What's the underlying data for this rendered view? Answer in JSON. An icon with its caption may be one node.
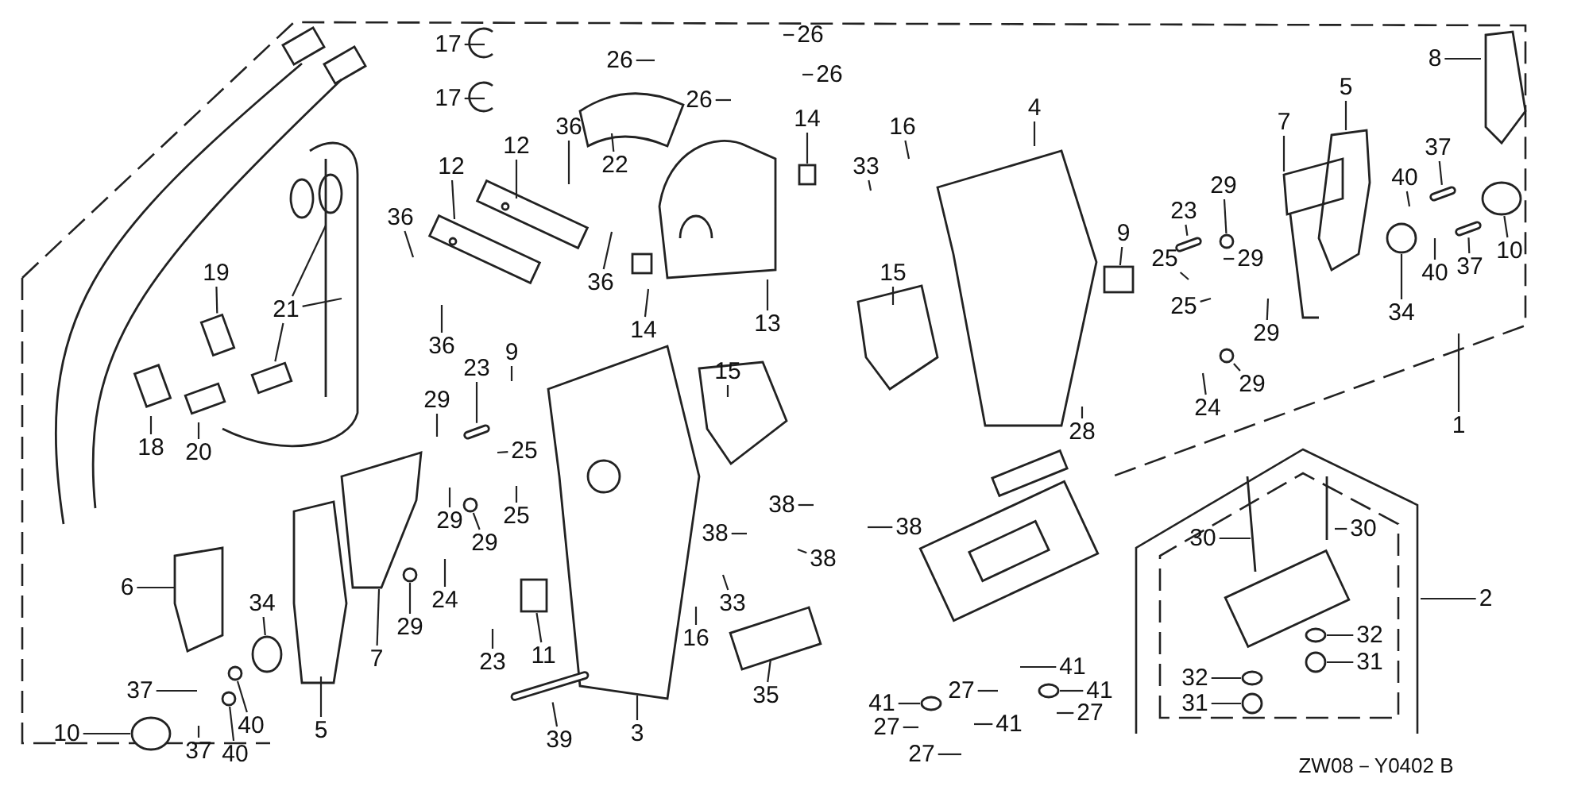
{
  "diagram": {
    "nodes": [
      {
        "text": [
          "17"
        ]
      },
      {
        "text": [
          "17"
        ]
      },
      {
        "text": [
          "26"
        ]
      },
      {
        "text": [
          "26"
        ]
      },
      {
        "text": [
          "26"
        ]
      },
      {
        "text": [
          "26"
        ]
      },
      {
        "text": [
          "22"
        ]
      },
      {
        "text": [
          "12"
        ]
      },
      {
        "text": [
          "12"
        ]
      },
      {
        "text": [
          "36"
        ]
      },
      {
        "text": [
          "36"
        ]
      },
      {
        "text": [
          "36"
        ]
      },
      {
        "text": [
          "36"
        ]
      },
      {
        "text": [
          "14"
        ]
      },
      {
        "text": [
          "14"
        ]
      },
      {
        "text": [
          "13"
        ]
      },
      {
        "text": [
          "16"
        ]
      },
      {
        "text": [
          "33"
        ]
      },
      {
        "text": [
          "4"
        ]
      },
      {
        "text": [
          "15"
        ]
      },
      {
        "text": [
          "15"
        ]
      },
      {
        "text": [
          "9"
        ]
      },
      {
        "text": [
          "23"
        ]
      },
      {
        "text": [
          "29"
        ]
      },
      {
        "text": [
          "29"
        ]
      },
      {
        "text": [
          "25"
        ]
      },
      {
        "text": [
          "25"
        ]
      },
      {
        "text": [
          "29"
        ]
      },
      {
        "text": [
          "29"
        ]
      },
      {
        "text": [
          "24"
        ]
      },
      {
        "text": [
          "7"
        ]
      },
      {
        "text": [
          "5"
        ]
      },
      {
        "text": [
          "8"
        ]
      },
      {
        "text": [
          "37"
        ]
      },
      {
        "text": [
          "40"
        ]
      },
      {
        "text": [
          "40"
        ]
      },
      {
        "text": [
          "37"
        ]
      },
      {
        "text": [
          "10"
        ]
      },
      {
        "text": [
          "34"
        ]
      },
      {
        "text": [
          "1"
        ]
      },
      {
        "text": [
          "28"
        ]
      },
      {
        "text": [
          "19"
        ]
      },
      {
        "text": [
          "21"
        ]
      },
      {
        "text": [
          "18"
        ]
      },
      {
        "text": [
          "20"
        ]
      },
      {
        "text": [
          "9"
        ]
      },
      {
        "text": [
          "23"
        ]
      },
      {
        "text": [
          "29"
        ]
      },
      {
        "text": [
          "25"
        ]
      },
      {
        "text": [
          "29"
        ]
      },
      {
        "text": [
          "25"
        ]
      },
      {
        "text": [
          "29"
        ]
      },
      {
        "text": [
          "6"
        ]
      },
      {
        "text": [
          "34"
        ]
      },
      {
        "text": [
          "29"
        ]
      },
      {
        "text": [
          "24"
        ]
      },
      {
        "text": [
          "7"
        ]
      },
      {
        "text": [
          "23"
        ]
      },
      {
        "text": [
          "11"
        ]
      },
      {
        "text": [
          "37"
        ]
      },
      {
        "text": [
          "40"
        ]
      },
      {
        "text": [
          "5"
        ]
      },
      {
        "text": [
          "10"
        ]
      },
      {
        "text": [
          "37"
        ]
      },
      {
        "text": [
          "40"
        ]
      },
      {
        "text": [
          "39"
        ]
      },
      {
        "text": [
          "3"
        ]
      },
      {
        "text": [
          "38"
        ]
      },
      {
        "text": [
          "38"
        ]
      },
      {
        "text": [
          "38"
        ]
      },
      {
        "text": [
          "38"
        ]
      },
      {
        "text": [
          "33"
        ]
      },
      {
        "text": [
          "16"
        ]
      },
      {
        "text": [
          "35"
        ]
      },
      {
        "text": [
          "41"
        ]
      },
      {
        "text": [
          "27"
        ]
      },
      {
        "text": [
          "41"
        ]
      },
      {
        "text": [
          "41"
        ]
      },
      {
        "text": [
          "27"
        ]
      },
      {
        "text": [
          "41"
        ]
      },
      {
        "text": [
          "27"
        ]
      },
      {
        "text": [
          "27"
        ]
      },
      {
        "text": [
          "30"
        ]
      },
      {
        "text": [
          "30"
        ]
      },
      {
        "text": [
          "2"
        ]
      },
      {
        "text": [
          "32"
        ]
      },
      {
        "text": [
          "31"
        ]
      },
      {
        "text": [
          "32"
        ]
      },
      {
        "text": [
          "31"
        ]
      },
      {
        "text": [],
        "shape": "box"
      },
      {
        "text": [],
        "shape": "box"
      },
      {
        "text": [],
        "shape": "bar"
      },
      {
        "text": [],
        "shape": "circle"
      },
      {
        "text": [],
        "shape": "circle"
      },
      {
        "text": [],
        "shape": "circle"
      },
      {
        "text": [],
        "shape": "circle"
      },
      {
        "text": [],
        "shape": "box"
      },
      {
        "text": [],
        "shape": "box"
      },
      {
        "text": [],
        "shape": "bar"
      },
      {
        "text": [],
        "shape": "circle"
      },
      {
        "text": [],
        "shape": "circle"
      },
      {
        "text": [],
        "shape": "circle"
      },
      {
        "text": [],
        "shape": "picture"
      },
      {
        "text": [],
        "shape": "box"
      },
      {
        "text": [],
        "shape": "circle"
      },
      {
        "text": [],
        "shape": "circle"
      },
      {
        "text": [],
        "shape": "circle"
      },
      {
        "text": [],
        "shape": "circle"
      },
      {
        "text": [],
        "shape": "bar"
      },
      {
        "text": [],
        "shape": "circle"
      },
      {
        "text": [],
        "shape": "circle"
      },
      {
        "text": [],
        "shape": "circle"
      },
      {
        "text": [],
        "shape": "bar"
      },
      {
        "text": [],
        "shape": "circle"
      },
      {
        "text": [],
        "shape": "circle"
      },
      {
        "text": [],
        "shape": "bar"
      }
    ],
    "edges": [
      {
        "from": 0,
        "to": null,
        "arrow": "none"
      },
      {
        "from": 1,
        "to": null,
        "arrow": "none"
      },
      {
        "from": 2,
        "to": null,
        "arrow": "none"
      },
      {
        "from": 3,
        "to": null,
        "arrow": "none"
      },
      {
        "from": 4,
        "to": null,
        "arrow": "none"
      },
      {
        "from": 5,
        "to": null,
        "arrow": "none"
      },
      {
        "from": 6,
        "to": null,
        "arrow": "none"
      },
      {
        "from": 7,
        "to": null,
        "arrow": "none"
      },
      {
        "from": 8,
        "to": null,
        "arrow": "none"
      },
      {
        "from": 9,
        "to": null,
        "arrow": "none"
      },
      {
        "from": 10,
        "to": null,
        "arrow": "none"
      },
      {
        "from": 11,
        "to": null,
        "arrow": "none"
      },
      {
        "from": 12,
        "to": null,
        "arrow": "none"
      },
      {
        "from": 13,
        "to": 89,
        "arrow": "none"
      },
      {
        "from": 14,
        "to": null,
        "arrow": "none"
      },
      {
        "from": 15,
        "to": null,
        "arrow": "none"
      },
      {
        "from": 16,
        "to": null,
        "arrow": "none"
      },
      {
        "from": 17,
        "to": null,
        "arrow": "none"
      },
      {
        "from": 18,
        "to": null,
        "arrow": "none"
      },
      {
        "from": 19,
        "to": null,
        "arrow": "none"
      },
      {
        "from": 20,
        "to": null,
        "arrow": "none"
      },
      {
        "from": 21,
        "to": 90,
        "arrow": "none"
      },
      {
        "from": 22,
        "to": 91,
        "arrow": "none"
      },
      {
        "from": 23,
        "to": 92,
        "arrow": "none"
      },
      {
        "from": 24,
        "to": null,
        "arrow": "none"
      },
      {
        "from": 25,
        "to": null,
        "arrow": "none"
      },
      {
        "from": 26,
        "to": null,
        "arrow": "none"
      },
      {
        "from": 27,
        "to": null,
        "arrow": "none"
      },
      {
        "from": 28,
        "to": 93,
        "arrow": "none"
      },
      {
        "from": 29,
        "to": null,
        "arrow": "none"
      },
      {
        "from": 30,
        "to": null,
        "arrow": "none"
      },
      {
        "from": 31,
        "to": null,
        "arrow": "none"
      },
      {
        "from": 32,
        "to": null,
        "arrow": "none"
      },
      {
        "from": 33,
        "to": 108,
        "arrow": "none"
      },
      {
        "from": 34,
        "to": null,
        "arrow": "none"
      },
      {
        "from": 35,
        "to": null,
        "arrow": "none"
      },
      {
        "from": 36,
        "to": 115,
        "arrow": "none"
      },
      {
        "from": 37,
        "to": 94,
        "arrow": "none"
      },
      {
        "from": 38,
        "to": 95,
        "arrow": "none"
      },
      {
        "from": 39,
        "to": null,
        "arrow": "none"
      },
      {
        "from": 40,
        "to": null,
        "arrow": "none"
      },
      {
        "from": 41,
        "to": 96,
        "arrow": "none"
      },
      {
        "from": 42,
        "to": null,
        "arrow": "none"
      },
      {
        "from": 42,
        "to": null,
        "arrow": "none"
      },
      {
        "from": 42,
        "to": 97,
        "arrow": "none"
      },
      {
        "from": 43,
        "to": null,
        "arrow": "none"
      },
      {
        "from": 44,
        "to": null,
        "arrow": "none"
      },
      {
        "from": 45,
        "to": null,
        "arrow": "none"
      },
      {
        "from": 46,
        "to": 98,
        "arrow": "none"
      },
      {
        "from": 47,
        "to": null,
        "arrow": "none"
      },
      {
        "from": 48,
        "to": null,
        "arrow": "none"
      },
      {
        "from": 49,
        "to": null,
        "arrow": "none"
      },
      {
        "from": 50,
        "to": null,
        "arrow": "none"
      },
      {
        "from": 51,
        "to": 99,
        "arrow": "none"
      },
      {
        "from": 52,
        "to": null,
        "arrow": "none"
      },
      {
        "from": 53,
        "to": 100,
        "arrow": "none"
      },
      {
        "from": 54,
        "to": 101,
        "arrow": "none"
      },
      {
        "from": 55,
        "to": null,
        "arrow": "none"
      },
      {
        "from": 56,
        "to": 102,
        "arrow": "none"
      },
      {
        "from": 57,
        "to": null,
        "arrow": "none"
      },
      {
        "from": 58,
        "to": 103,
        "arrow": "none"
      },
      {
        "from": 59,
        "to": null,
        "arrow": "none"
      },
      {
        "from": 60,
        "to": 109,
        "arrow": "none"
      },
      {
        "from": 61,
        "to": null,
        "arrow": "none"
      },
      {
        "from": 62,
        "to": 110,
        "arrow": "none"
      },
      {
        "from": 63,
        "to": null,
        "arrow": "none"
      },
      {
        "from": 64,
        "to": 111,
        "arrow": "none"
      },
      {
        "from": 65,
        "to": 112,
        "arrow": "none"
      },
      {
        "from": 66,
        "to": null,
        "arrow": "none"
      },
      {
        "from": 67,
        "to": null,
        "arrow": "none"
      },
      {
        "from": 68,
        "to": null,
        "arrow": "none"
      },
      {
        "from": 69,
        "to": null,
        "arrow": "none"
      },
      {
        "from": 70,
        "to": null,
        "arrow": "none"
      },
      {
        "from": 71,
        "to": null,
        "arrow": "none"
      },
      {
        "from": 72,
        "to": null,
        "arrow": "none"
      },
      {
        "from": 73,
        "to": null,
        "arrow": "none"
      },
      {
        "from": 74,
        "to": null,
        "arrow": "none"
      },
      {
        "from": 75,
        "to": null,
        "arrow": "none"
      },
      {
        "from": 76,
        "to": 113,
        "arrow": "none"
      },
      {
        "from": 77,
        "to": 114,
        "arrow": "none"
      },
      {
        "from": 78,
        "to": null,
        "arrow": "none"
      },
      {
        "from": 79,
        "to": null,
        "arrow": "none"
      },
      {
        "from": 80,
        "to": null,
        "arrow": "none"
      },
      {
        "from": 81,
        "to": null,
        "arrow": "none"
      },
      {
        "from": 82,
        "to": null,
        "arrow": "none"
      },
      {
        "from": 83,
        "to": null,
        "arrow": "none"
      },
      {
        "from": 84,
        "to": null,
        "arrow": "none"
      },
      {
        "from": 85,
        "to": 104,
        "arrow": "none"
      },
      {
        "from": 86,
        "to": 105,
        "arrow": "none"
      },
      {
        "from": 87,
        "to": 106,
        "arrow": "none"
      },
      {
        "from": 88,
        "to": 107,
        "arrow": "none"
      }
    ],
    "labels": [
      "ZW08－Y0402 B"
    ]
  }
}
